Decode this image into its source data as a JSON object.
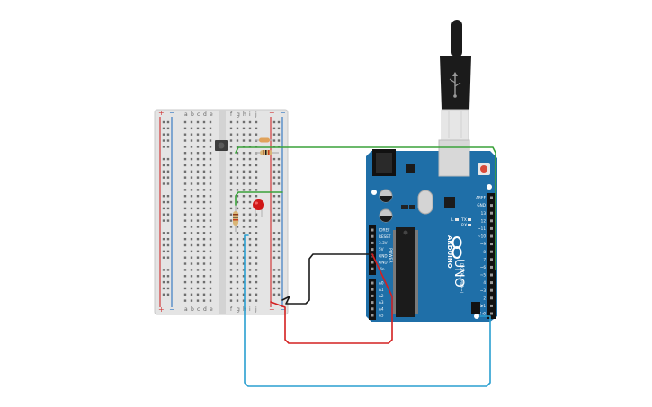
{
  "breadboard": {
    "column_letters_left": [
      "a",
      "b",
      "c",
      "d",
      "e"
    ],
    "column_letters_right": [
      "f",
      "g",
      "h",
      "i",
      "j"
    ],
    "rail_plus": "+",
    "rail_minus": "−"
  },
  "arduino": {
    "brand": "ARDUINO",
    "model": "UNO",
    "power_header_title": "POWER",
    "analog_header_title": "ANALOG IN",
    "digital_header_title": "DIGITAL (PWM~)",
    "reset_label": "RESET",
    "power_pins": [
      "IOREF",
      "RESET",
      "3.3V",
      "5V",
      "GND",
      "GND",
      "Vin"
    ],
    "analog_pins": [
      "A0",
      "A1",
      "A2",
      "A3",
      "A4",
      "A5"
    ],
    "digital_pins": [
      "AREF",
      "GND",
      "13",
      "12",
      "~11",
      "~10",
      "~9",
      "8",
      "7",
      "~6",
      "~5",
      "4",
      "~3",
      "2",
      "TX▸1",
      "RX◂0"
    ],
    "tx_label": "TX",
    "rx_label": "RX",
    "l_label": "L"
  },
  "colors": {
    "board_blue": "#1f6fa8",
    "breadboard_body": "#e3e3e3",
    "rail_red": "#d23b3b",
    "rail_blue": "#3a7cc4",
    "wire_green": "#3aa23a",
    "wire_black": "#1b1b1b",
    "wire_red": "#d42020",
    "wire_blue": "#2a9fd0",
    "led_red": "#d01818"
  }
}
